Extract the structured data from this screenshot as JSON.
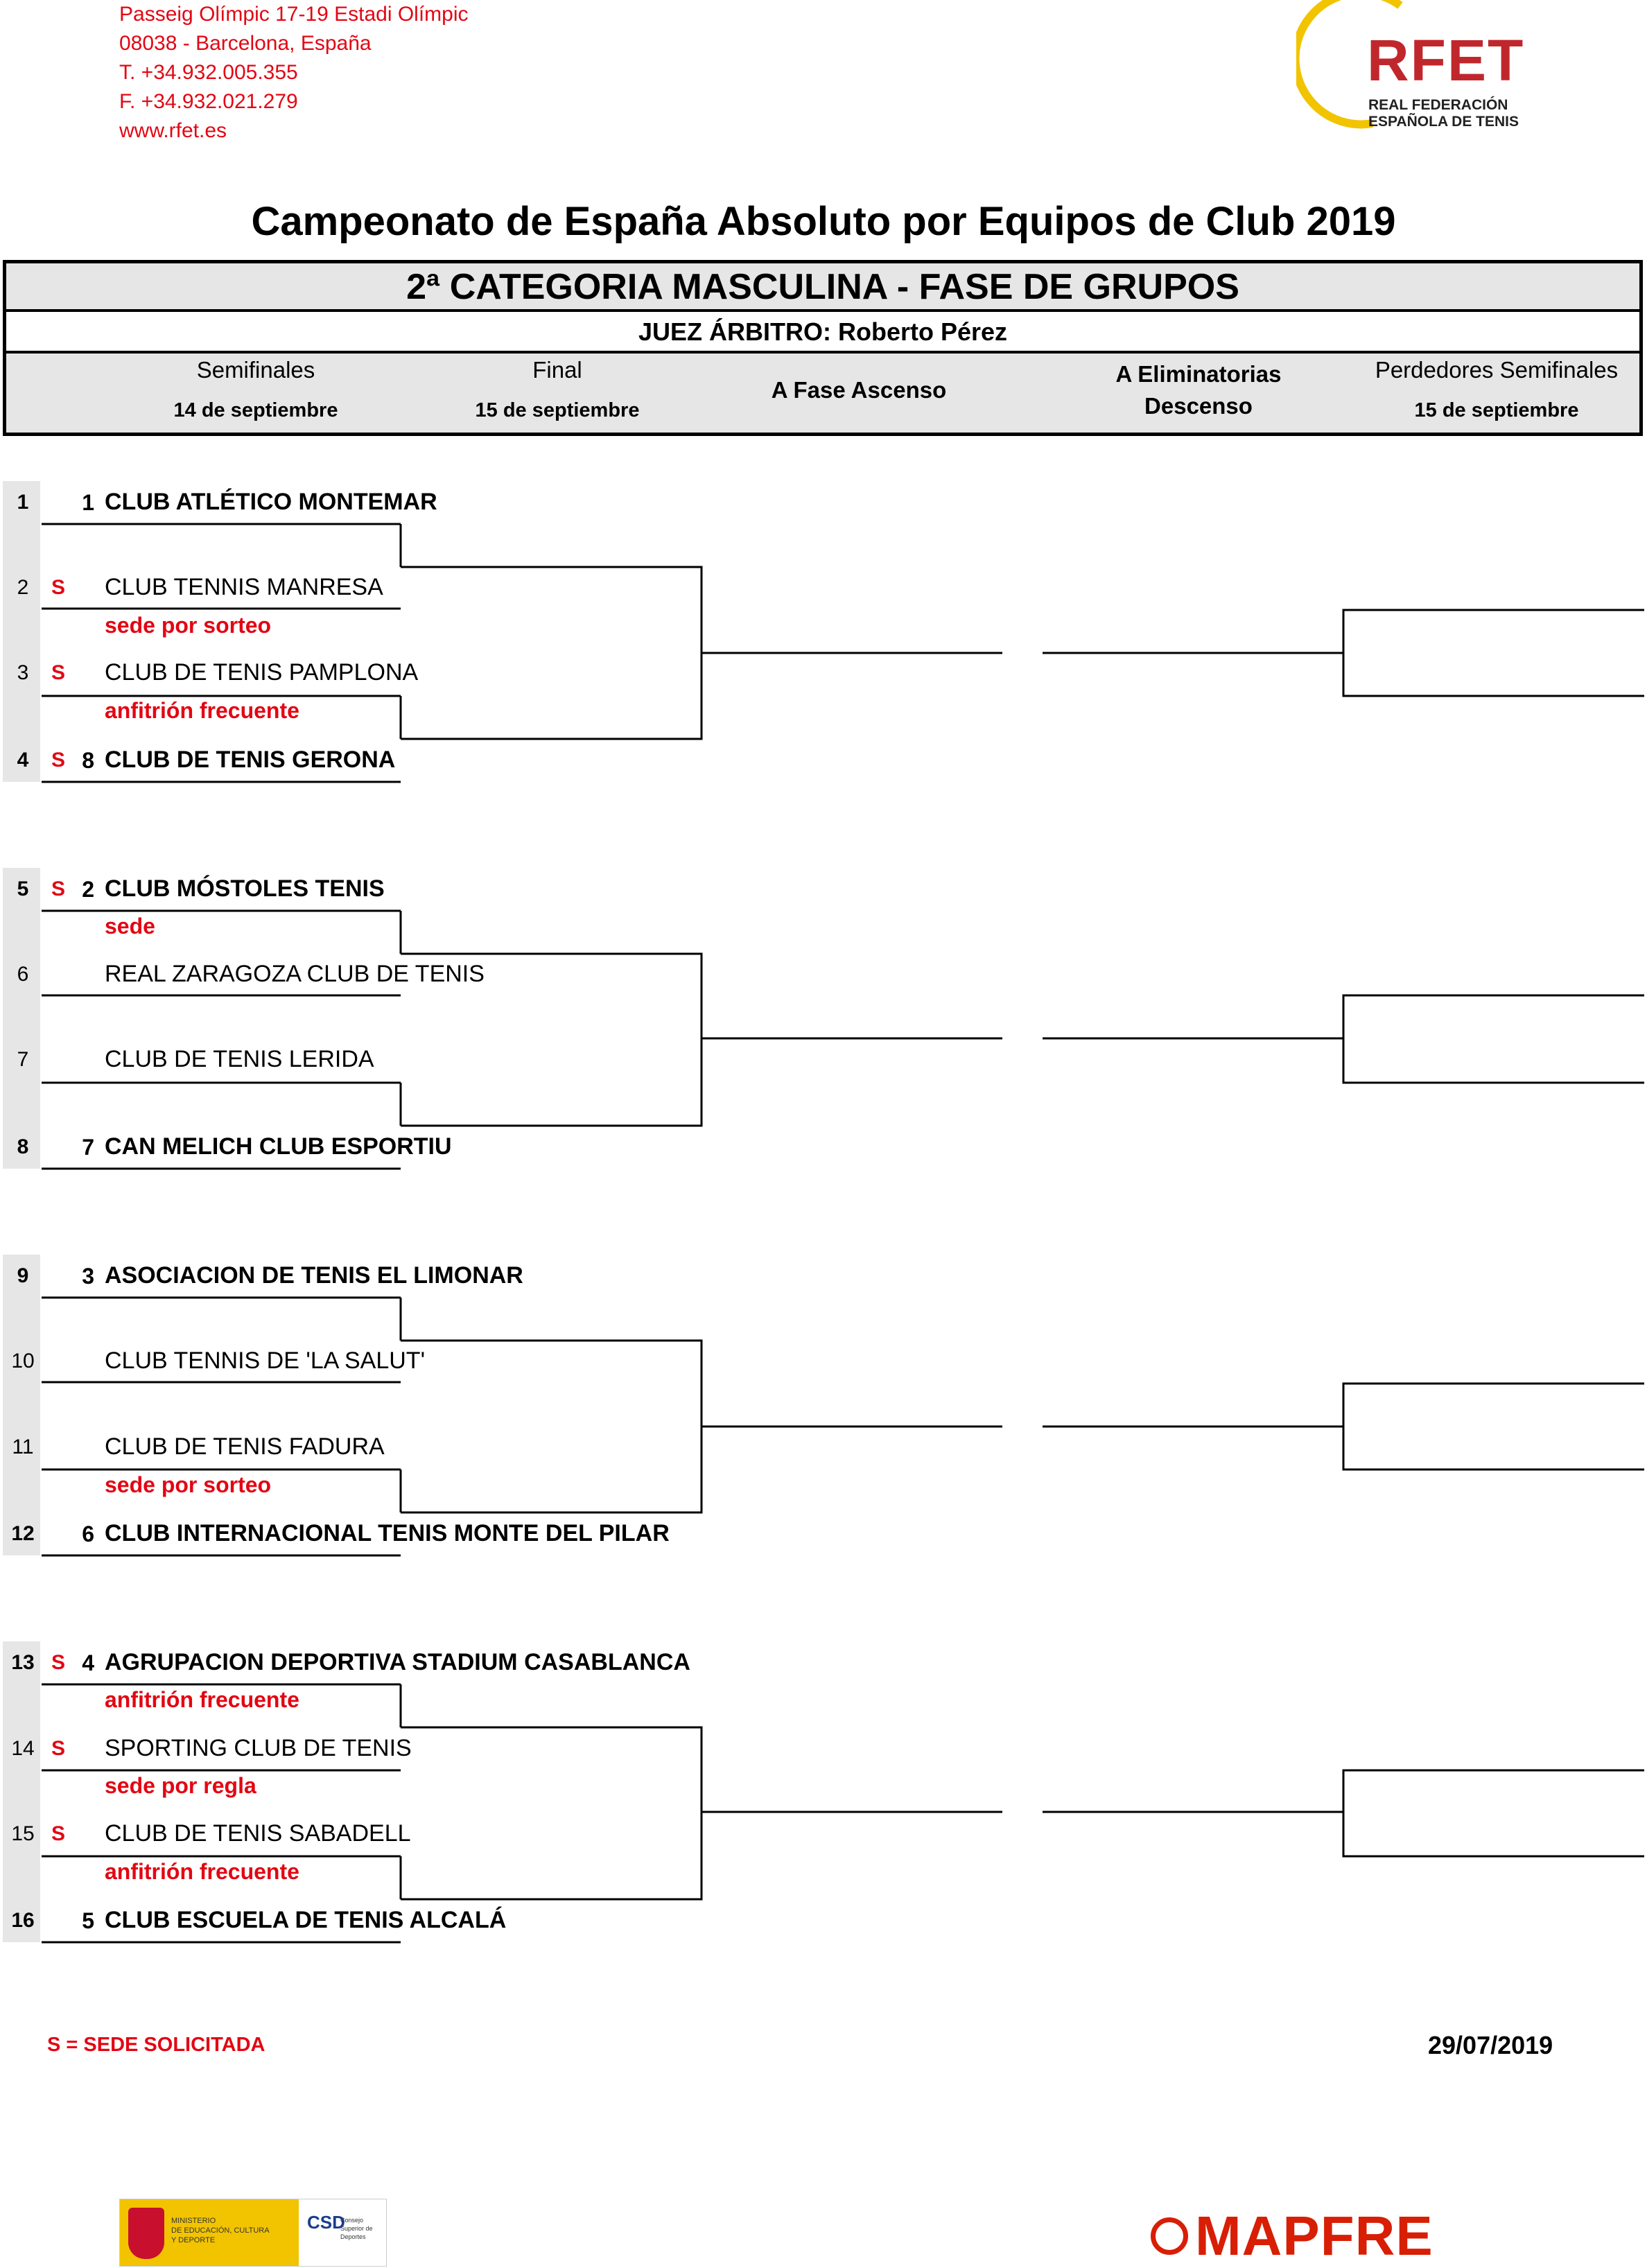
{
  "address": [
    "Passeig Olímpic 17-19 Estadi Olímpic",
    "08038 - Barcelona, España",
    "T. +34.932.005.355",
    "F. +34.932.021.279",
    "www.rfet.es"
  ],
  "logo": {
    "mark": "RFET",
    "line1": "REAL FEDERACIÓN",
    "line2": "ESPAÑOLA DE TENIS"
  },
  "title": "Campeonato de España Absoluto por Equipos de Club 2019",
  "category": "2ª CATEGORIA MASCULINA - FASE DE GRUPOS",
  "referee": "JUEZ ÁRBITRO: Roberto Pérez",
  "columns": {
    "semis": {
      "label": "Semifinales",
      "date": "14 de septiembre"
    },
    "final": {
      "label": "Final",
      "date": "15 de septiembre"
    },
    "ascenso": {
      "label": "A Fase Ascenso"
    },
    "descenso": {
      "line1": "A Eliminatorias",
      "line2": "Descenso"
    },
    "perdedores": {
      "label": "Perdedores Semifinales",
      "date": "15 de septiembre"
    }
  },
  "entries": [
    {
      "pos": "1",
      "s": "",
      "seed": "1",
      "club": "CLUB ATLÉTICO MONTEMAR",
      "note": "",
      "bold": true
    },
    {
      "pos": "2",
      "s": "S",
      "seed": "",
      "club": "CLUB TENNIS MANRESA",
      "note": "sede por sorteo",
      "bold": false
    },
    {
      "pos": "3",
      "s": "S",
      "seed": "",
      "club": "CLUB DE TENIS PAMPLONA",
      "note": "anfitrión frecuente",
      "bold": false
    },
    {
      "pos": "4",
      "s": "S",
      "seed": "8",
      "club": "CLUB DE TENIS GERONA",
      "note": "",
      "bold": true
    },
    {
      "pos": "5",
      "s": "S",
      "seed": "2",
      "club": "CLUB MÓSTOLES TENIS",
      "note": "sede",
      "bold": true
    },
    {
      "pos": "6",
      "s": "",
      "seed": "",
      "club": "REAL ZARAGOZA CLUB DE TENIS",
      "note": "",
      "bold": false
    },
    {
      "pos": "7",
      "s": "",
      "seed": "",
      "club": "CLUB DE TENIS LERIDA",
      "note": "",
      "bold": false
    },
    {
      "pos": "8",
      "s": "",
      "seed": "7",
      "club": "CAN MELICH CLUB ESPORTIU",
      "note": "",
      "bold": true
    },
    {
      "pos": "9",
      "s": "",
      "seed": "3",
      "club": "ASOCIACION DE TENIS EL LIMONAR",
      "note": "",
      "bold": true
    },
    {
      "pos": "10",
      "s": "",
      "seed": "",
      "club": "CLUB TENNIS DE 'LA SALUT'",
      "note": "",
      "bold": false
    },
    {
      "pos": "11",
      "s": "",
      "seed": "",
      "club": "CLUB DE TENIS FADURA",
      "note": "sede por sorteo",
      "bold": false
    },
    {
      "pos": "12",
      "s": "",
      "seed": "6",
      "club": "CLUB INTERNACIONAL TENIS MONTE DEL PILAR",
      "note": "",
      "bold": true
    },
    {
      "pos": "13",
      "s": "S",
      "seed": "4",
      "club": "AGRUPACION DEPORTIVA STADIUM CASABLANCA",
      "note": "anfitrión frecuente",
      "bold": true
    },
    {
      "pos": "14",
      "s": "S",
      "seed": "",
      "club": "SPORTING CLUB DE TENIS",
      "note": "sede por regla",
      "bold": false
    },
    {
      "pos": "15",
      "s": "S",
      "seed": "",
      "club": "CLUB DE TENIS SABADELL",
      "note": "anfitrión frecuente",
      "bold": false
    },
    {
      "pos": "16",
      "s": "",
      "seed": "5",
      "club": "CLUB ESCUELA DE TENIS ALCALÁ",
      "note": "",
      "bold": true
    }
  ],
  "legend": "S = SEDE SOLICITADA",
  "date": "29/07/2019",
  "sponsors": {
    "ministerio": [
      "MINISTERIO",
      "DE EDUCACIÓN, CULTURA",
      "Y DEPORTE"
    ],
    "csd": "CSD",
    "csd_text": [
      "Consejo",
      "Superior de",
      "Deportes"
    ],
    "mapfre": "MAPFRE"
  }
}
